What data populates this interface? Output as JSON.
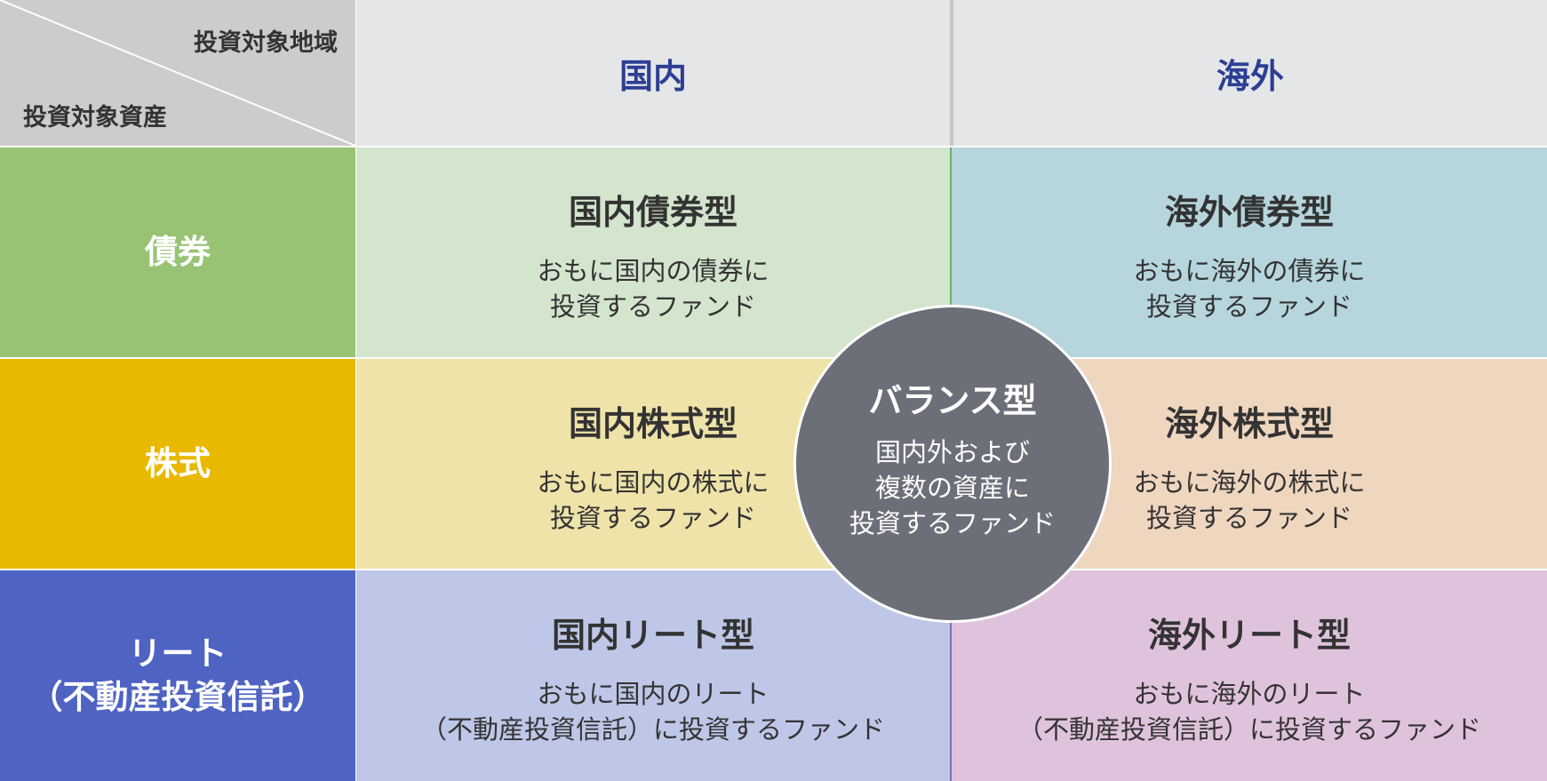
{
  "corner": {
    "region_label": "投資対象地域",
    "asset_label": "投資対象資産"
  },
  "columns": {
    "domestic": "国内",
    "overseas": "海外"
  },
  "rows": {
    "bond": "債券",
    "stock": "株式",
    "reit_line1": "リート",
    "reit_line2": "（不動産投資信託）"
  },
  "cells": {
    "domestic_bond": {
      "title": "国内債券型",
      "desc": [
        "おもに国内の債券に",
        "投資するファンド"
      ]
    },
    "overseas_bond": {
      "title": "海外債券型",
      "desc": [
        "おもに海外の債券に",
        "投資するファンド"
      ]
    },
    "domestic_stock": {
      "title": "国内株式型",
      "desc": [
        "おもに国内の株式に",
        "投資するファンド"
      ]
    },
    "overseas_stock": {
      "title": "海外株式型",
      "desc": [
        "おもに海外の株式に",
        "投資するファンド"
      ]
    },
    "domestic_reit": {
      "title": "国内リート型",
      "desc": [
        "おもに国内のリート",
        "（不動産投資信託）に投資するファンド"
      ]
    },
    "overseas_reit": {
      "title": "海外リート型",
      "desc": [
        "おもに海外のリート",
        "（不動産投資信託）に投資するファンド"
      ]
    }
  },
  "balance": {
    "title": "バランス型",
    "desc": [
      "国内外および",
      "複数の資産に",
      "投資するファンド"
    ]
  },
  "colors": {
    "header_text": "#2c3f94",
    "bond": "#99c374",
    "stock": "#e8b900",
    "reit": "#4e63c2",
    "balance": "#6c6e78"
  }
}
